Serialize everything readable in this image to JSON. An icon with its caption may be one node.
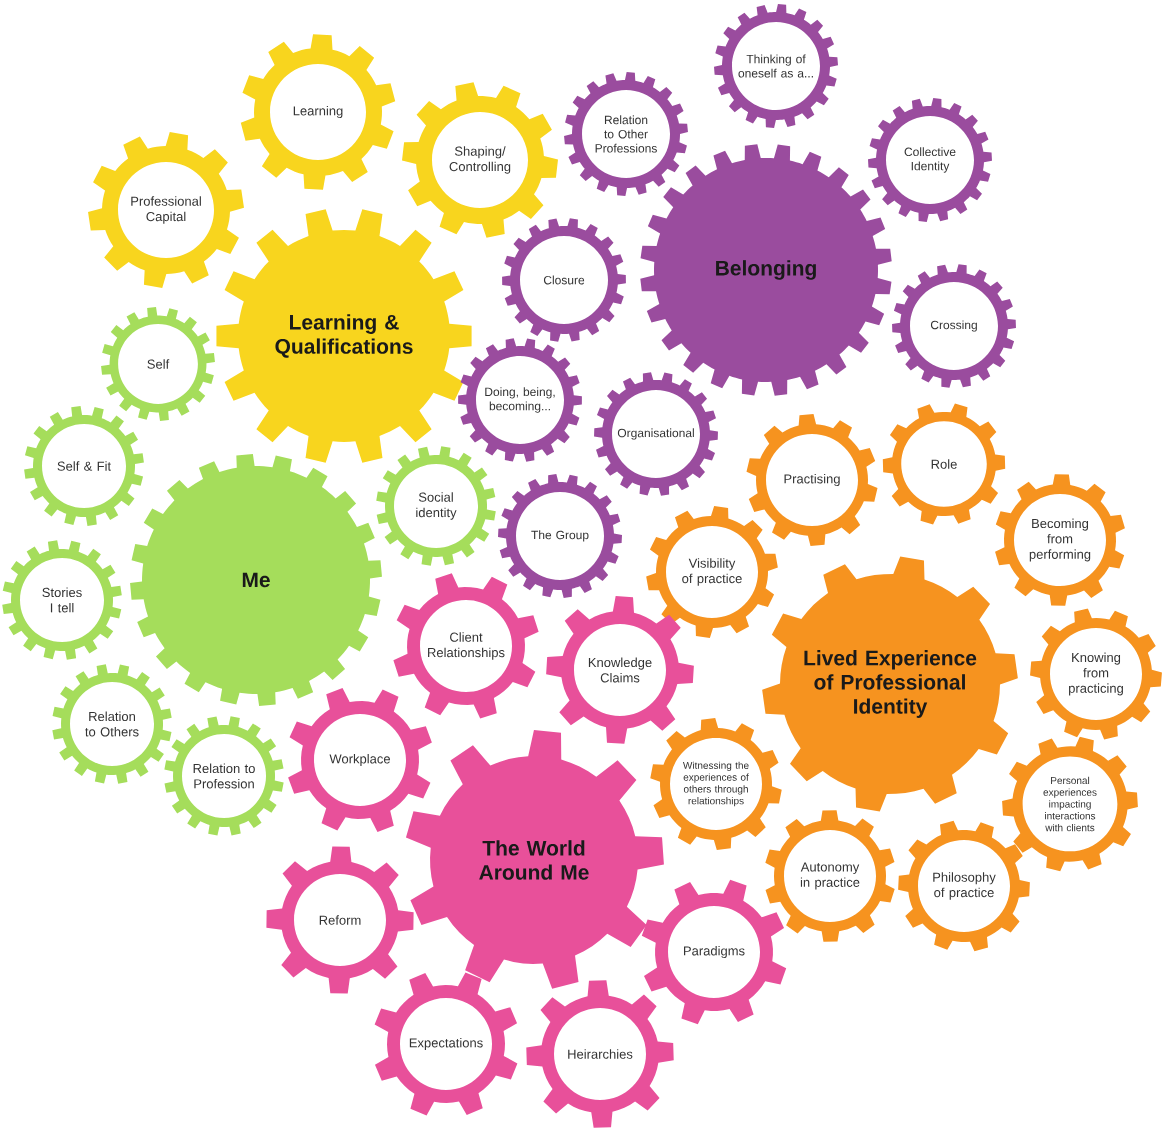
{
  "diagram": {
    "nodes": [
      {
        "text": [
          "Learning & Qualifications"
        ]
      },
      {
        "text": [
          "Learning"
        ]
      },
      {
        "text": [
          "Shaping/ Controlling"
        ]
      },
      {
        "text": [
          "Professional Capital"
        ]
      },
      {
        "text": [
          "Me"
        ]
      },
      {
        "text": [
          "Self"
        ]
      },
      {
        "text": [
          "Self & Fit"
        ]
      },
      {
        "text": [
          "Stories I tell"
        ]
      },
      {
        "text": [
          "Relation to Others"
        ]
      },
      {
        "text": [
          "Relation to Profession"
        ]
      },
      {
        "text": [
          "Social identity"
        ]
      },
      {
        "text": [
          "Belonging"
        ]
      },
      {
        "text": [
          "Relation to Other Professions"
        ]
      },
      {
        "text": [
          "Thinking of oneself as a..."
        ]
      },
      {
        "text": [
          "Collective Identity"
        ]
      },
      {
        "text": [
          "Crossing"
        ]
      },
      {
        "text": [
          "Closure"
        ]
      },
      {
        "text": [
          "Doing, being, becoming..."
        ]
      },
      {
        "text": [
          "Organisational"
        ]
      },
      {
        "text": [
          "The Group"
        ]
      },
      {
        "text": [
          "Lived Experience of Professional Identity"
        ]
      },
      {
        "text": [
          "Practising"
        ]
      },
      {
        "text": [
          "Role"
        ]
      },
      {
        "text": [
          "Becoming from performing"
        ]
      },
      {
        "text": [
          "Knowing from practicing"
        ]
      },
      {
        "text": [
          "Visibility of practice"
        ]
      },
      {
        "text": [
          "Witnessing the experiences of others through relationships"
        ]
      },
      {
        "text": [
          "Personal experiences impacting interactions with clients"
        ]
      },
      {
        "text": [
          "Autonomy in practice"
        ]
      },
      {
        "text": [
          "Philosophy of practice"
        ]
      },
      {
        "text": [
          "The World Around Me"
        ]
      },
      {
        "text": [
          "Client Relationships"
        ]
      },
      {
        "text": [
          "Knowledge Claims"
        ]
      },
      {
        "text": [
          "Workplace"
        ]
      },
      {
        "text": [
          "Reform"
        ]
      },
      {
        "text": [
          "Expectations"
        ]
      },
      {
        "text": [
          "Heirarchies"
        ]
      },
      {
        "text": [
          "Paradigms"
        ]
      }
    ]
  }
}
